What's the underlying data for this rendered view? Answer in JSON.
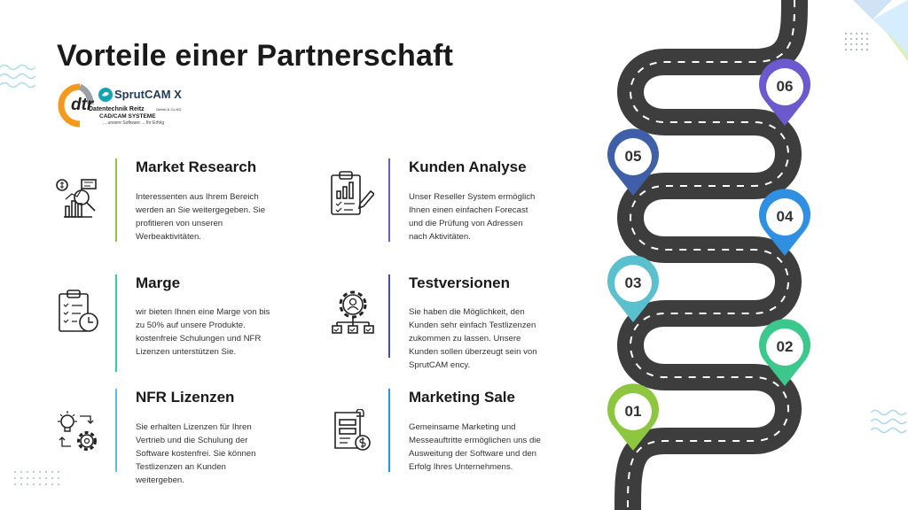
{
  "title": "Vorteile einer Partnerschaft",
  "logo": {
    "mark": "dtr",
    "product": "SprutCAM X",
    "company": "Datentechnik Reitz",
    "company_suffix": "GmbH & Co KG",
    "division": "CAD/CAM SYSTEME",
    "slogan": "... unsere Software ... Ihr Erfolg"
  },
  "features": [
    {
      "title": "Market Research",
      "icon": "market-research-icon",
      "bar_color": "#8dc63f",
      "description": "Interessenten aus Ihrem Bereich werden an Sie weitergegeben. Sie profitieren von unseren Werbeaktivitäten."
    },
    {
      "title": "Kunden Analyse",
      "icon": "clipboard-chart-icon",
      "bar_color": "#6a5acd",
      "description": "Unser Reseller System ermöglich Ihnen einen einfachen Forecast und die Prüfung von Adressen nach Aktivitäten."
    },
    {
      "title": "Marge",
      "icon": "checklist-clock-icon",
      "bar_color": "#3cc8a0",
      "description": "wir bieten Ihnen eine Marge von bis zu 50% auf unsere Produkte. kostenfreie Schulungen und NFR Lizenzen unterstützen Sie."
    },
    {
      "title": "Testversionen",
      "icon": "gear-user-icon",
      "bar_color": "#3f51b5",
      "description": "Sie haben die Möglichkeit, den Kunden sehr einfach Testlizenzen zukommen zu lassen. Unsere Kunden sollen überzeugt sein von SprutCAM ency."
    },
    {
      "title": "NFR Lizenzen",
      "icon": "idea-gears-icon",
      "bar_color": "#5bc0de",
      "description": "Sie erhalten Lizenzen für Ihren Vertrieb und die Schulung der Software kostenfrei. Sie können Testlizenzen an Kunden weitergeben."
    },
    {
      "title": "Marketing Sale",
      "icon": "document-money-icon",
      "bar_color": "#2196f3",
      "description": "Gemeinsame Marketing und Messeauftritte ermöglichen uns die Ausweitung der Software und den Erfolg Ihres Unternehmens."
    }
  ],
  "roadmap": {
    "road_color": "#3d3d3d",
    "pins": [
      {
        "label": "01",
        "color": "#8dc63f"
      },
      {
        "label": "02",
        "color": "#3cc88c"
      },
      {
        "label": "03",
        "color": "#5bc0ce"
      },
      {
        "label": "04",
        "color": "#2f8fe0"
      },
      {
        "label": "05",
        "color": "#3f5fa8"
      },
      {
        "label": "06",
        "color": "#6a5acd"
      }
    ]
  }
}
